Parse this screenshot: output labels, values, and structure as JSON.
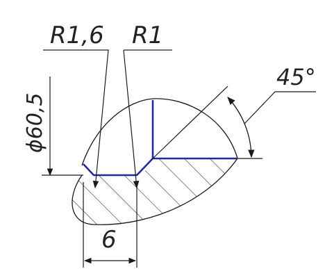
{
  "labels": {
    "radius_left": "R1,6",
    "radius_right": "R1",
    "diameter": "ϕ60,5",
    "width": "6",
    "angle": "45°"
  },
  "colors": {
    "outline": "#1a1a1a",
    "hatch": "#333333",
    "weld_edge": "#1f2a9c",
    "background": "#ffffff"
  }
}
